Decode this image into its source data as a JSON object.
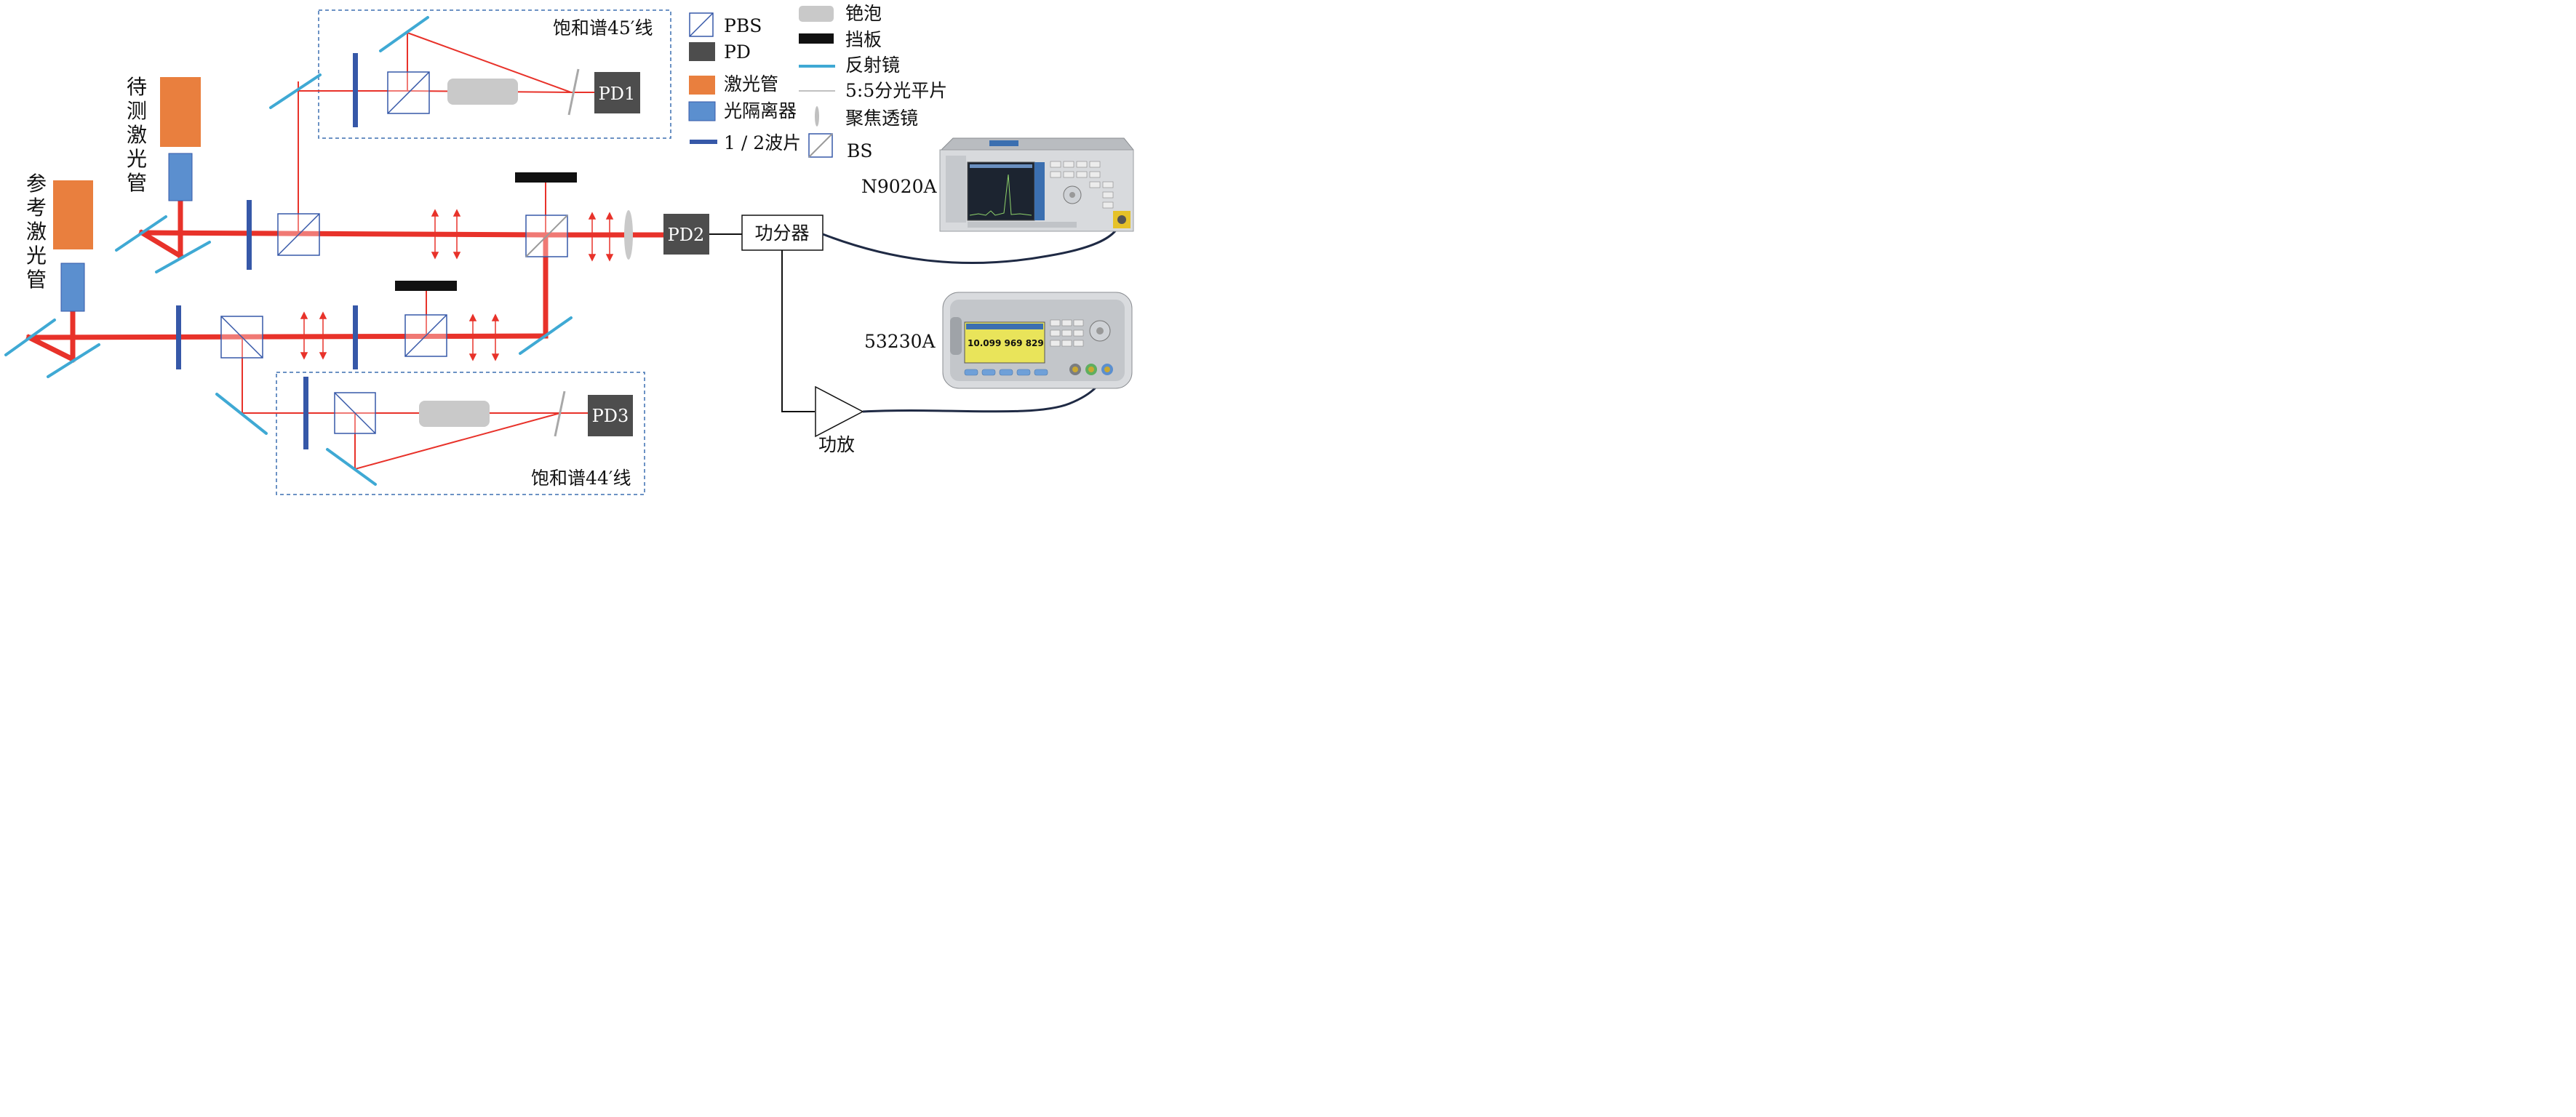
{
  "labels": {
    "test_laser": [
      "待",
      "测",
      "激",
      "光",
      "管"
    ],
    "ref_laser": [
      "参",
      "考",
      "激",
      "光",
      "管"
    ],
    "box_top": "饱和谱45′线",
    "box_bottom": "饱和谱44′线",
    "pd1": "PD1",
    "pd2": "PD2",
    "pd3": "PD3",
    "splitter": "功分器",
    "amplifier": "功放",
    "analyzer": "N9020A",
    "counter": "53230A",
    "counter_display": "10.099 969 829"
  },
  "legend": {
    "pbs": "PBS",
    "pd": "PD",
    "laser": "激光管",
    "isolator": "光隔离器",
    "waveplate": "1 / 2波片",
    "cell": "铯泡",
    "beam_block": "挡板",
    "mirror": "反射镜",
    "plate": "5:5分光平片",
    "lens": "聚焦透镜",
    "bs": "BS"
  },
  "colors": {
    "beam": "#e8322a",
    "laser": "#e97f3e",
    "isolator": "#5b8fcf",
    "waveplate": "#3658a8",
    "mirror": "#3fa9d4",
    "pd": "#4d4d4d",
    "cell": "#c9c9c9",
    "beam_block": "#111111",
    "cable": "#1f2a44",
    "box_border": "#3b6fb0"
  }
}
